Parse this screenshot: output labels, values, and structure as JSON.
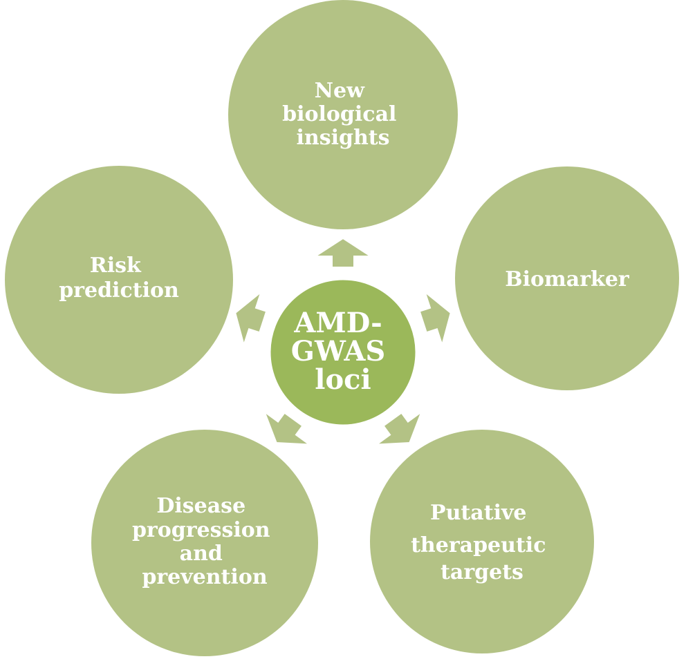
{
  "center": {
    "lines": [
      "AMD-",
      "GWAS",
      "loci"
    ]
  },
  "nodes": [
    {
      "id": "new-biological-insights",
      "lines": [
        "New",
        "biological",
        "insights"
      ]
    },
    {
      "id": "biomarker",
      "lines": [
        "Biomarker"
      ]
    },
    {
      "id": "putative-therapeutic-targets",
      "lines": [
        "Putative",
        "therapeutic",
        "targets"
      ]
    },
    {
      "id": "disease-progression-and-prevention",
      "lines": [
        "Disease",
        "progression",
        "and",
        "prevention"
      ]
    },
    {
      "id": "risk-prediction",
      "lines": [
        "Risk",
        "prediction"
      ]
    }
  ],
  "colors": {
    "outer_fill": "#b3c285",
    "center_fill": "#9bb85a",
    "text": "#ffffff"
  }
}
